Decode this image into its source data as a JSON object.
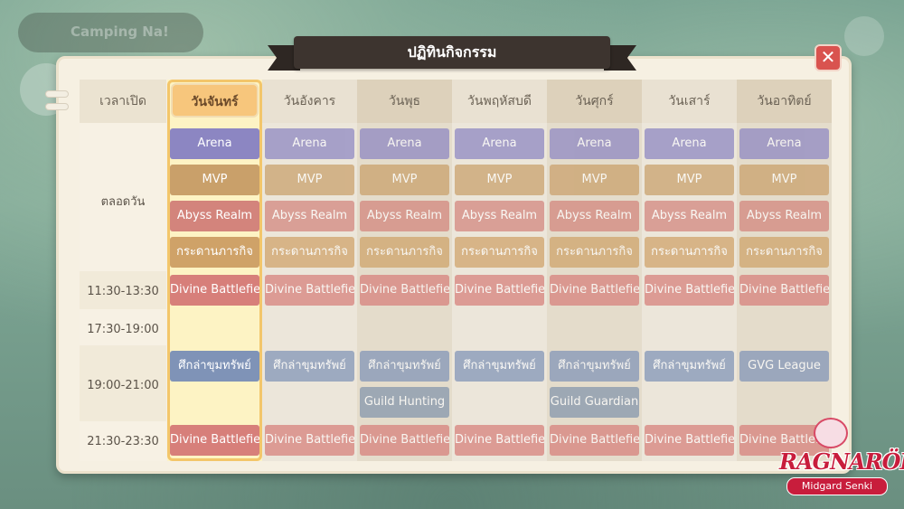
{
  "window": {
    "title": "ปฏิทินกิจกรรม",
    "close_glyph": "✕"
  },
  "background": {
    "title": "Camping Na!"
  },
  "columns": {
    "time_header": "เวลาเปิด",
    "days": [
      "วันจันทร์",
      "วันอังคาร",
      "วันพุธ",
      "วันพฤหัสบดี",
      "วันศุกร์",
      "วันเสาร์",
      "วันอาทิตย์"
    ],
    "active_day": "วันจันทร์"
  },
  "time_slots": [
    "ตลอดวัน",
    "11:30-13:30",
    "17:30-19:00",
    "19:00-21:00",
    "21:30-23:30"
  ],
  "events": {
    "arena": "Arena",
    "mvp": "MVP",
    "abyss": "Abyss Realm",
    "board": "กระดานภารกิจ",
    "divine": "Divine Battlefield",
    "treasure": "ศึกล่าขุมทรัพย์",
    "guild_hunting": "Guild Hunting",
    "guild_guardian": "Guild Guardian",
    "gvg": "GVG League"
  },
  "logo": {
    "main": "RAGNARÖK",
    "sub": "Midgard Senki"
  },
  "colors": {
    "active_header": "#f7c67c",
    "accent_red": "#d9534f",
    "ribbon": "#3d342f"
  }
}
